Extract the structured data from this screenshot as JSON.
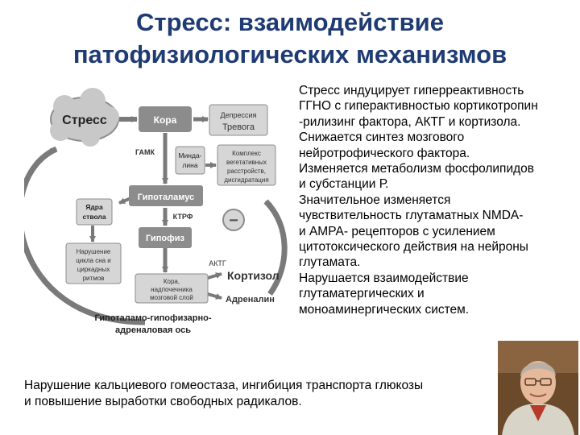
{
  "title": {
    "line1": "Стресс: взаимодействие",
    "line2": "патофизиологических механизмов"
  },
  "diagram": {
    "stress": "Стресс",
    "cortex": "Кора",
    "depression": "Депрессия",
    "anxiety": "Тревога",
    "gaba": "ГАМК",
    "amygdala_1": "Минда-",
    "amygdala_2": "лина",
    "veg_1": "Комплекс",
    "veg_2": "вегетативных",
    "veg_3": "расстройств,",
    "veg_4": "дисгидратация",
    "hypothalamus": "Гипоталамус",
    "brainstem_1": "Ядра",
    "brainstem_2": "ствола",
    "crf": "КТРФ",
    "pituitary": "Гипофиз",
    "sleep_1": "Нарушение",
    "sleep_2": "цикла сна и",
    "sleep_3": "циркадных",
    "sleep_4": "ритмов",
    "acth": "АКТГ",
    "cortisol": "Кортизол",
    "adrenal_1": "Кора,",
    "adrenal_2": "надпочечника",
    "adrenal_3": "мозговой слой",
    "adrenaline": "Адреналин",
    "axis_1": "Гипоталамо-гипофизарно-",
    "axis_2": "адреналовая ось",
    "minus": "−"
  },
  "side_text": [
    "Стресс индуцирует гиперреактивность",
    "ГГНО с гиперактивностью кортикотропин",
    "-рилизинг фактора, АКТГ и кортизола.",
    "Снижается синтез мозгового",
    "нейротрофического фактора.",
    "Изменяется метаболизм фосфолипидов",
    "и субстанции Р.",
    "Значительное изменяется",
    "чувствительность глутаматных  NMDA-",
    "и АМРА- рецепторов с усилением",
    "цитотоксического действия на нейроны",
    "глутамата.",
    "Нарушается взаимодействие",
    "глутаматергических и",
    "моноаминергических систем."
  ],
  "bottom_text": [
    "Нарушение кальциевого гомеостаза, ингибиция транспорта глюкозы",
    "и повышение выработки свободных радикалов."
  ],
  "colors": {
    "title": "#1f3b73",
    "box_dark": "#8c8c8c",
    "box_light": "#d6d6d6",
    "cloud": "#c8c8c8",
    "arrow": "#7a7a7a"
  }
}
